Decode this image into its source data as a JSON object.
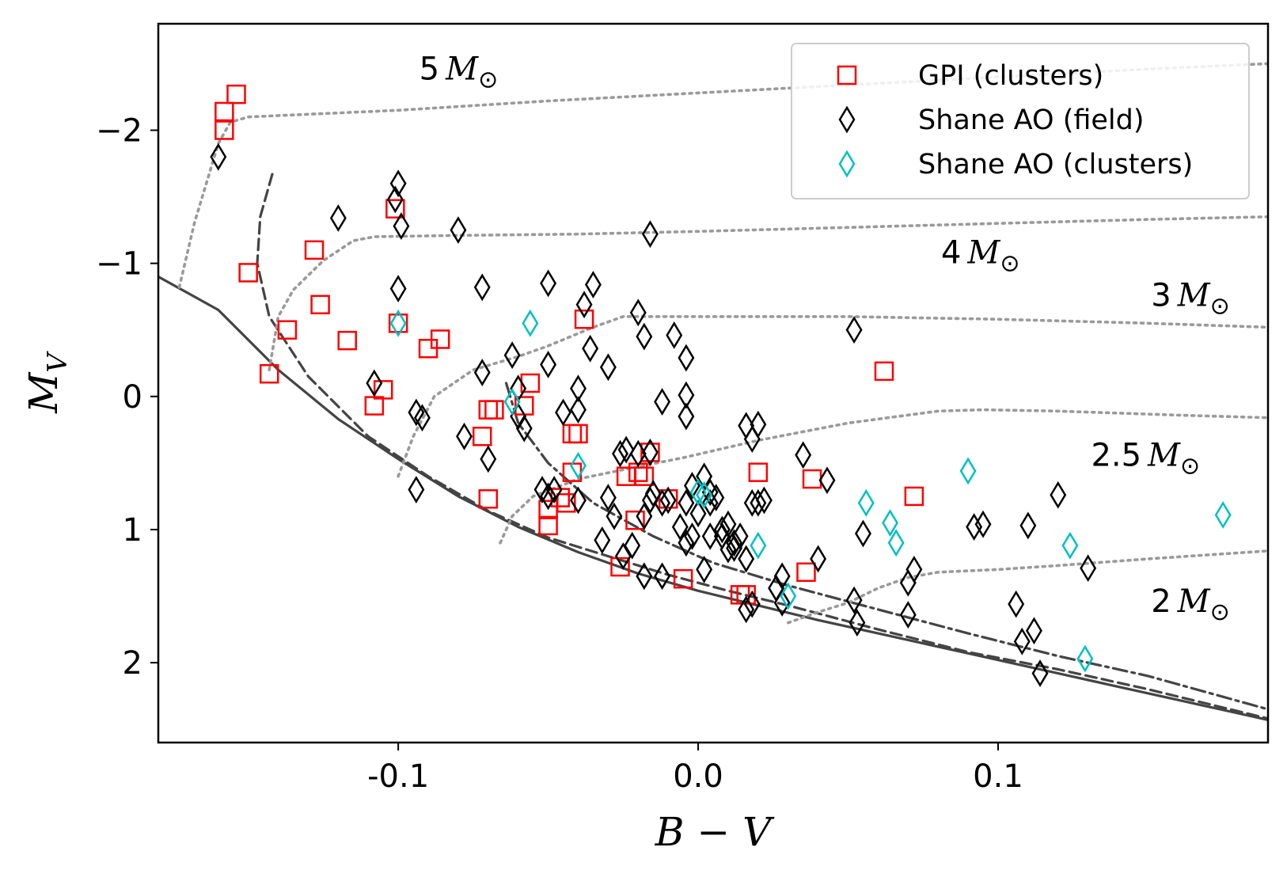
{
  "chart_data": {
    "type": "scatter",
    "xlabel": "B − V",
    "ylabel": "M",
    "ylabel_sub": "V",
    "xlim": [
      -0.18,
      0.19
    ],
    "ylim": [
      2.6,
      -2.8
    ],
    "y_inverted": true,
    "grid": false,
    "legend_position": "top-right",
    "x_ticks": [
      {
        "value": -0.1,
        "label": "-0.1"
      },
      {
        "value": 0.0,
        "label": "0.0"
      },
      {
        "value": 0.1,
        "label": "0.1"
      }
    ],
    "y_ticks": [
      {
        "value": -2,
        "label": "−2"
      },
      {
        "value": -1,
        "label": "−1"
      },
      {
        "value": 0,
        "label": "0"
      },
      {
        "value": 1,
        "label": "1"
      },
      {
        "value": 2,
        "label": "2"
      }
    ],
    "series": [
      {
        "name": "GPI (clusters)",
        "marker": "square",
        "color": "#ff0000",
        "points": [
          [
            -0.154,
            -2.27
          ],
          [
            -0.158,
            -2.14
          ],
          [
            -0.158,
            -2.0
          ],
          [
            -0.15,
            -0.93
          ],
          [
            -0.128,
            -1.1
          ],
          [
            -0.126,
            -0.69
          ],
          [
            -0.137,
            -0.5
          ],
          [
            -0.117,
            -0.42
          ],
          [
            -0.143,
            -0.17
          ],
          [
            -0.101,
            -1.41
          ],
          [
            -0.1,
            -0.55
          ],
          [
            -0.09,
            -0.36
          ],
          [
            -0.086,
            -0.43
          ],
          [
            -0.105,
            -0.05
          ],
          [
            -0.108,
            0.07
          ],
          [
            -0.072,
            0.3
          ],
          [
            -0.068,
            0.1
          ],
          [
            -0.07,
            0.1
          ],
          [
            -0.07,
            0.77
          ],
          [
            -0.058,
            0.07
          ],
          [
            -0.056,
            -0.1
          ],
          [
            -0.046,
            0.76
          ],
          [
            -0.05,
            0.85
          ],
          [
            -0.05,
            0.97
          ],
          [
            -0.04,
            0.28
          ],
          [
            -0.042,
            0.28
          ],
          [
            -0.042,
            0.57
          ],
          [
            -0.038,
            -0.58
          ],
          [
            -0.044,
            0.8
          ],
          [
            -0.024,
            0.6
          ],
          [
            -0.021,
            0.93
          ],
          [
            -0.016,
            0.42
          ],
          [
            -0.02,
            0.57
          ],
          [
            -0.018,
            0.6
          ],
          [
            -0.01,
            0.77
          ],
          [
            -0.026,
            1.28
          ],
          [
            -0.005,
            1.37
          ],
          [
            0.02,
            0.57
          ],
          [
            0.038,
            0.62
          ],
          [
            0.036,
            1.32
          ],
          [
            0.014,
            1.49
          ],
          [
            0.016,
            1.49
          ],
          [
            0.062,
            -0.19
          ],
          [
            0.072,
            0.75
          ]
        ]
      },
      {
        "name": "Shane AO (field)",
        "marker": "diamond",
        "color": "#000000",
        "points": [
          [
            -0.16,
            -1.8
          ],
          [
            -0.1,
            -1.6
          ],
          [
            -0.101,
            -1.48
          ],
          [
            -0.099,
            -1.28
          ],
          [
            -0.12,
            -1.34
          ],
          [
            -0.08,
            -1.25
          ],
          [
            -0.1,
            -0.81
          ],
          [
            -0.072,
            -0.82
          ],
          [
            -0.05,
            -0.85
          ],
          [
            -0.035,
            -0.84
          ],
          [
            -0.108,
            -0.1
          ],
          [
            -0.094,
            0.12
          ],
          [
            -0.092,
            0.16
          ],
          [
            -0.072,
            -0.18
          ],
          [
            -0.07,
            0.47
          ],
          [
            -0.078,
            0.3
          ],
          [
            -0.062,
            -0.31
          ],
          [
            -0.058,
            0.24
          ],
          [
            -0.06,
            -0.06
          ],
          [
            -0.06,
            0.15
          ],
          [
            -0.05,
            -0.24
          ],
          [
            -0.05,
            0.75
          ],
          [
            -0.048,
            0.7
          ],
          [
            -0.052,
            0.7
          ],
          [
            -0.045,
            0.12
          ],
          [
            -0.04,
            0.78
          ],
          [
            -0.03,
            0.76
          ],
          [
            -0.038,
            -0.69
          ],
          [
            -0.036,
            -0.36
          ],
          [
            -0.04,
            -0.06
          ],
          [
            -0.03,
            -0.22
          ],
          [
            -0.04,
            0.1
          ],
          [
            -0.032,
            1.08
          ],
          [
            -0.024,
            0.4
          ],
          [
            -0.026,
            0.43
          ],
          [
            -0.02,
            0.43
          ],
          [
            -0.016,
            0.42
          ],
          [
            -0.028,
            0.9
          ],
          [
            -0.025,
            1.2
          ],
          [
            -0.022,
            1.12
          ],
          [
            -0.018,
            0.9
          ],
          [
            -0.015,
            0.73
          ],
          [
            -0.02,
            -0.63
          ],
          [
            -0.018,
            -0.45
          ],
          [
            -0.016,
            -1.22
          ],
          [
            -0.008,
            -0.46
          ],
          [
            -0.004,
            -0.29
          ],
          [
            -0.004,
            0.15
          ],
          [
            -0.012,
            0.04
          ],
          [
            -0.004,
            -0.01
          ],
          [
            -0.012,
            0.8
          ],
          [
            -0.01,
            0.78
          ],
          [
            -0.002,
            0.67
          ],
          [
            -0.002,
            1.05
          ],
          [
            -0.004,
            1.1
          ],
          [
            0.0,
            0.88
          ],
          [
            0.002,
            0.6
          ],
          [
            0.004,
            0.72
          ],
          [
            0.002,
            1.3
          ],
          [
            0.006,
            0.76
          ],
          [
            0.01,
            0.96
          ],
          [
            0.012,
            1.1
          ],
          [
            0.01,
            1.15
          ],
          [
            0.014,
            1.05
          ],
          [
            0.004,
            1.05
          ],
          [
            0.008,
            1.05
          ],
          [
            0.012,
            1.14
          ],
          [
            0.016,
            1.22
          ],
          [
            -0.012,
            1.35
          ],
          [
            -0.018,
            1.35
          ],
          [
            0.016,
            0.22
          ],
          [
            0.02,
            0.21
          ],
          [
            0.018,
            0.32
          ],
          [
            0.02,
            0.8
          ],
          [
            0.022,
            0.78
          ],
          [
            0.018,
            0.8
          ],
          [
            0.018,
            1.56
          ],
          [
            0.016,
            1.6
          ],
          [
            0.026,
            1.44
          ],
          [
            0.028,
            1.35
          ],
          [
            0.035,
            0.44
          ],
          [
            0.043,
            0.63
          ],
          [
            0.04,
            1.22
          ],
          [
            0.028,
            1.55
          ],
          [
            0.055,
            1.03
          ],
          [
            0.052,
            1.53
          ],
          [
            0.053,
            1.7
          ],
          [
            0.052,
            -0.5
          ],
          [
            0.07,
            1.4
          ],
          [
            0.072,
            1.3
          ],
          [
            0.07,
            1.64
          ],
          [
            0.092,
            0.98
          ],
          [
            0.095,
            0.96
          ],
          [
            0.11,
            0.97
          ],
          [
            0.12,
            0.74
          ],
          [
            0.13,
            1.29
          ],
          [
            0.106,
            1.56
          ],
          [
            0.108,
            1.84
          ],
          [
            0.112,
            1.76
          ],
          [
            0.114,
            2.08
          ],
          [
            -0.094,
            0.7
          ],
          [
            -0.016,
            0.78
          ],
          [
            -0.004,
            0.8
          ],
          [
            0.004,
            0.8
          ],
          [
            0.008,
            1.0
          ],
          [
            -0.006,
            0.98
          ]
        ]
      },
      {
        "name": "Shane AO (clusters)",
        "marker": "diamond",
        "color": "#00c0c0",
        "points": [
          [
            -0.1,
            -0.55
          ],
          [
            -0.056,
            -0.55
          ],
          [
            -0.062,
            0.04
          ],
          [
            -0.04,
            0.52
          ],
          [
            0.0,
            0.72
          ],
          [
            0.002,
            0.74
          ],
          [
            0.02,
            1.12
          ],
          [
            0.03,
            1.5
          ],
          [
            0.056,
            0.8
          ],
          [
            0.064,
            0.95
          ],
          [
            0.066,
            1.1
          ],
          [
            0.09,
            0.56
          ],
          [
            0.124,
            1.12
          ],
          [
            0.129,
            1.97
          ],
          [
            0.175,
            0.89
          ]
        ]
      }
    ],
    "curves": [
      {
        "style": "solid",
        "points": [
          [
            -0.18,
            -0.9
          ],
          [
            -0.16,
            -0.65
          ],
          [
            -0.14,
            -0.2
          ],
          [
            -0.12,
            0.17
          ],
          [
            -0.1,
            0.47
          ],
          [
            -0.08,
            0.75
          ],
          [
            -0.06,
            0.98
          ],
          [
            -0.04,
            1.17
          ],
          [
            -0.02,
            1.33
          ],
          [
            0.0,
            1.46
          ],
          [
            0.02,
            1.57
          ],
          [
            0.04,
            1.68
          ],
          [
            0.06,
            1.78
          ],
          [
            0.08,
            1.88
          ],
          [
            0.1,
            1.98
          ],
          [
            0.12,
            2.08
          ],
          [
            0.14,
            2.18
          ],
          [
            0.16,
            2.28
          ],
          [
            0.18,
            2.38
          ],
          [
            0.19,
            2.43
          ]
        ]
      },
      {
        "style": "dashed",
        "points": [
          [
            -0.142,
            -1.67
          ],
          [
            -0.146,
            -1.35
          ],
          [
            -0.147,
            -1.0
          ],
          [
            -0.143,
            -0.6
          ],
          [
            -0.13,
            -0.15
          ],
          [
            -0.11,
            0.3
          ],
          [
            -0.09,
            0.6
          ],
          [
            -0.07,
            0.86
          ],
          [
            -0.05,
            1.06
          ],
          [
            -0.03,
            1.2
          ],
          [
            -0.01,
            1.34
          ],
          [
            0.01,
            1.46
          ],
          [
            0.03,
            1.57
          ],
          [
            0.06,
            1.75
          ],
          [
            0.09,
            1.92
          ],
          [
            0.12,
            2.05
          ],
          [
            0.15,
            2.2
          ],
          [
            0.19,
            2.42
          ]
        ]
      },
      {
        "style": "dashdot",
        "points": [
          [
            -0.064,
            -0.1
          ],
          [
            -0.06,
            0.2
          ],
          [
            -0.05,
            0.5
          ],
          [
            -0.035,
            0.8
          ],
          [
            -0.015,
            1.05
          ],
          [
            0.005,
            1.25
          ],
          [
            0.03,
            1.42
          ],
          [
            0.06,
            1.6
          ],
          [
            0.09,
            1.78
          ],
          [
            0.12,
            1.95
          ],
          [
            0.15,
            2.1
          ],
          [
            0.19,
            2.35
          ]
        ]
      },
      {
        "style": "dotted",
        "points": [
          [
            -0.173,
            -0.82
          ],
          [
            -0.168,
            -1.3
          ],
          [
            -0.16,
            -1.9
          ],
          [
            -0.156,
            -2.06
          ],
          [
            -0.15,
            -2.1
          ],
          [
            -0.1,
            -2.15
          ],
          [
            -0.05,
            -2.22
          ],
          [
            0.0,
            -2.28
          ],
          [
            0.05,
            -2.34
          ],
          [
            0.1,
            -2.4
          ],
          [
            0.15,
            -2.46
          ],
          [
            0.19,
            -2.5
          ]
        ]
      },
      {
        "style": "dotted",
        "points": [
          [
            -0.143,
            -0.2
          ],
          [
            -0.14,
            -0.6
          ],
          [
            -0.135,
            -0.8
          ],
          [
            -0.125,
            -1.02
          ],
          [
            -0.115,
            -1.17
          ],
          [
            -0.108,
            -1.2
          ],
          [
            -0.08,
            -1.21
          ],
          [
            -0.04,
            -1.22
          ],
          [
            0.0,
            -1.24
          ],
          [
            0.05,
            -1.27
          ],
          [
            0.1,
            -1.3
          ],
          [
            0.15,
            -1.33
          ],
          [
            0.19,
            -1.35
          ]
        ]
      },
      {
        "style": "dotted",
        "points": [
          [
            -0.1,
            0.6
          ],
          [
            -0.095,
            0.3
          ],
          [
            -0.088,
            0.0
          ],
          [
            -0.075,
            -0.2
          ],
          [
            -0.06,
            -0.3
          ],
          [
            -0.05,
            -0.38
          ],
          [
            -0.035,
            -0.52
          ],
          [
            -0.025,
            -0.6
          ],
          [
            -0.015,
            -0.6
          ],
          [
            0.0,
            -0.6
          ],
          [
            0.05,
            -0.6
          ],
          [
            0.1,
            -0.58
          ],
          [
            0.15,
            -0.55
          ],
          [
            0.19,
            -0.52
          ]
        ]
      },
      {
        "style": "dotted",
        "points": [
          [
            -0.066,
            1.1
          ],
          [
            -0.062,
            0.9
          ],
          [
            -0.055,
            0.75
          ],
          [
            -0.04,
            0.62
          ],
          [
            -0.025,
            0.55
          ],
          [
            -0.005,
            0.46
          ],
          [
            0.02,
            0.33
          ],
          [
            0.05,
            0.2
          ],
          [
            0.08,
            0.11
          ],
          [
            0.095,
            0.1
          ],
          [
            0.12,
            0.11
          ],
          [
            0.16,
            0.14
          ],
          [
            0.19,
            0.16
          ]
        ]
      },
      {
        "style": "dotted",
        "points": [
          [
            0.03,
            1.7
          ],
          [
            0.04,
            1.62
          ],
          [
            0.05,
            1.55
          ],
          [
            0.06,
            1.44
          ],
          [
            0.07,
            1.36
          ],
          [
            0.08,
            1.32
          ],
          [
            0.1,
            1.3
          ],
          [
            0.12,
            1.27
          ],
          [
            0.15,
            1.22
          ],
          [
            0.19,
            1.16
          ]
        ]
      }
    ],
    "mass_labels": [
      {
        "text": "5 M",
        "x": -0.093,
        "y": -2.38
      },
      {
        "text": "4 M",
        "x": 0.081,
        "y": -1.0
      },
      {
        "text": "3 M",
        "x": 0.151,
        "y": -0.68
      },
      {
        "text": "2.5 M",
        "x": 0.131,
        "y": 0.52
      },
      {
        "text": "2 M",
        "x": 0.151,
        "y": 1.62
      }
    ],
    "mass_symbol": "⊙"
  }
}
